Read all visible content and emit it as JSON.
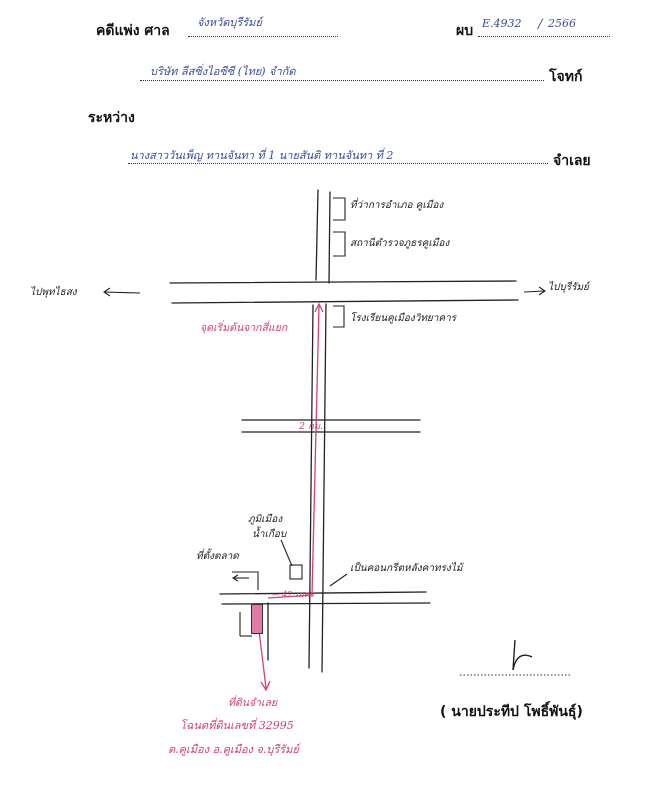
{
  "header": {
    "case_label": "คดีแพ่ง ศาล",
    "court_name": "จังหวัดบุรีรัมย์",
    "case_no_label": "ผบ",
    "case_no_value": "E.4932",
    "case_year_sep": "/",
    "case_year": "2566"
  },
  "parties": {
    "plaintiff_name": "บริษัท ลีสซิ่งไอซีซี (ไทย) จำกัด",
    "plaintiff_label": "โจทก์",
    "between_label": "ระหว่าง",
    "defendant_name": "นางสาววันเพ็ญ ทานจันทา ที่ 1 นายสันติ ทานจันทา ที่ 2",
    "defendant_label": "จำเลย"
  },
  "map": {
    "labels": {
      "left_direction": "ไปพุทไธสง",
      "right_direction": "ไปบุรีรัมย์",
      "district_office": "ที่ว่าการอำเภอ คูเมือง",
      "police_station": "สถานีตำรวจภูธรคูเมือง",
      "school": "โรงเรียนคูเมืองวิทยาคาร",
      "start_point": "จุดเริ่มต้นจากสี่แยก",
      "distance_upper": "2 กม.",
      "nearby_place_line1": "ภูมิเมือง",
      "nearby_place_line2": "น้ำเกือบ",
      "left_side_place": "ที่ตั้งตลาด",
      "fence_note": "เป็นคอนกรีตหลังคาทรงไม้",
      "distance_lower": "← 42 เมตร",
      "target_line1": "ที่ดินจำเลย",
      "target_line2": "โฉนดที่ดินเลขที่ 32995",
      "target_line3": "ต.คูเมือง อ.คูเมือง จ.บุรีรัมย์"
    },
    "colors": {
      "route": "#d0407a",
      "pen": "#222222",
      "header_ink": "#3a4b9a"
    }
  },
  "signature": {
    "mark": "ลายมือชื่อ",
    "name": "( นายประทีป  โพธิ์พันธุ์)"
  }
}
